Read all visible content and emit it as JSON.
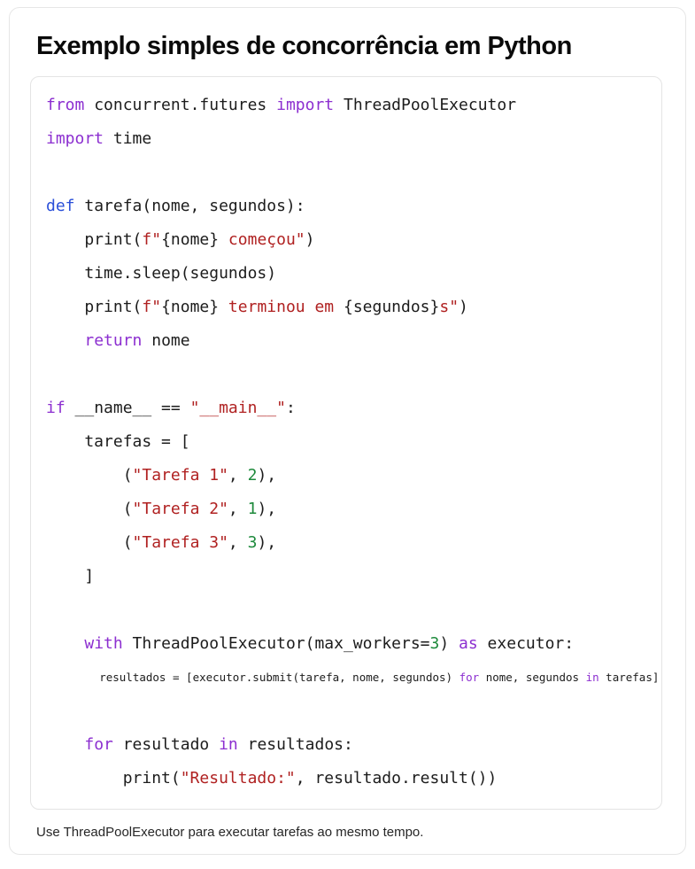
{
  "card": {
    "title": "Exemplo simples de concorrência em Python",
    "caption": "Use ThreadPoolExecutor para executar tarefas ao mesmo tempo."
  },
  "colors": {
    "kw": "#8c2fd0",
    "def": "#2b50d9",
    "str": "#b02121",
    "num": "#1e8a3c",
    "plain": "#1c1c1c",
    "card_border": "#e6e6e6",
    "code_border": "#e4e4e4",
    "background": "#ffffff"
  },
  "code": {
    "language": "python",
    "lines": [
      {
        "small": false,
        "segments": [
          {
            "type": "kw",
            "t": "from"
          },
          {
            "type": "plain",
            "t": " concurrent.futures "
          },
          {
            "type": "kw",
            "t": "import"
          },
          {
            "type": "plain",
            "t": " ThreadPoolExecutor"
          }
        ]
      },
      {
        "small": false,
        "segments": [
          {
            "type": "kw",
            "t": "import"
          },
          {
            "type": "plain",
            "t": " time"
          }
        ]
      },
      {
        "small": false,
        "segments": []
      },
      {
        "small": false,
        "segments": [
          {
            "type": "def",
            "t": "def"
          },
          {
            "type": "plain",
            "t": " tarefa(nome, segundos):"
          }
        ]
      },
      {
        "small": false,
        "segments": [
          {
            "type": "plain",
            "t": "    print("
          },
          {
            "type": "str",
            "t": "f\""
          },
          {
            "type": "plain",
            "t": "{nome}"
          },
          {
            "type": "str",
            "t": " começou\""
          },
          {
            "type": "plain",
            "t": ")"
          }
        ]
      },
      {
        "small": false,
        "segments": [
          {
            "type": "plain",
            "t": "    time.sleep(segundos)"
          }
        ]
      },
      {
        "small": false,
        "segments": [
          {
            "type": "plain",
            "t": "    print("
          },
          {
            "type": "str",
            "t": "f\""
          },
          {
            "type": "plain",
            "t": "{nome}"
          },
          {
            "type": "str",
            "t": " terminou em "
          },
          {
            "type": "plain",
            "t": "{segundos}"
          },
          {
            "type": "str",
            "t": "s\""
          },
          {
            "type": "plain",
            "t": ")"
          }
        ]
      },
      {
        "small": false,
        "segments": [
          {
            "type": "plain",
            "t": "    "
          },
          {
            "type": "kw",
            "t": "return"
          },
          {
            "type": "plain",
            "t": " nome"
          }
        ]
      },
      {
        "small": false,
        "segments": []
      },
      {
        "small": false,
        "segments": [
          {
            "type": "kw",
            "t": "if"
          },
          {
            "type": "plain",
            "t": " __name__ == "
          },
          {
            "type": "str",
            "t": "\"__main__\""
          },
          {
            "type": "plain",
            "t": ":"
          }
        ]
      },
      {
        "small": false,
        "segments": [
          {
            "type": "plain",
            "t": "    tarefas = ["
          }
        ]
      },
      {
        "small": false,
        "segments": [
          {
            "type": "plain",
            "t": "        ("
          },
          {
            "type": "str",
            "t": "\"Tarefa 1\""
          },
          {
            "type": "plain",
            "t": ", "
          },
          {
            "type": "num",
            "t": "2"
          },
          {
            "type": "plain",
            "t": "),"
          }
        ]
      },
      {
        "small": false,
        "segments": [
          {
            "type": "plain",
            "t": "        ("
          },
          {
            "type": "str",
            "t": "\"Tarefa 2\""
          },
          {
            "type": "plain",
            "t": ", "
          },
          {
            "type": "num",
            "t": "1"
          },
          {
            "type": "plain",
            "t": "),"
          }
        ]
      },
      {
        "small": false,
        "segments": [
          {
            "type": "plain",
            "t": "        ("
          },
          {
            "type": "str",
            "t": "\"Tarefa 3\""
          },
          {
            "type": "plain",
            "t": ", "
          },
          {
            "type": "num",
            "t": "3"
          },
          {
            "type": "plain",
            "t": "),"
          }
        ]
      },
      {
        "small": false,
        "segments": [
          {
            "type": "plain",
            "t": "    ]"
          }
        ]
      },
      {
        "small": false,
        "segments": []
      },
      {
        "small": false,
        "segments": [
          {
            "type": "plain",
            "t": "    "
          },
          {
            "type": "kw",
            "t": "with"
          },
          {
            "type": "plain",
            "t": " ThreadPoolExecutor(max_workers="
          },
          {
            "type": "num",
            "t": "3"
          },
          {
            "type": "plain",
            "t": ") "
          },
          {
            "type": "kw",
            "t": "as"
          },
          {
            "type": "plain",
            "t": " executor:"
          }
        ]
      },
      {
        "small": true,
        "segments": [
          {
            "type": "plain",
            "t": "        resultados = [executor.submit(tarefa, nome, segundos) "
          },
          {
            "type": "kw",
            "t": "for"
          },
          {
            "type": "plain",
            "t": " nome, segundos "
          },
          {
            "type": "kw",
            "t": "in"
          },
          {
            "type": "plain",
            "t": " tarefas]"
          }
        ]
      },
      {
        "small": false,
        "segments": []
      },
      {
        "small": false,
        "segments": [
          {
            "type": "plain",
            "t": "    "
          },
          {
            "type": "kw",
            "t": "for"
          },
          {
            "type": "plain",
            "t": " resultado "
          },
          {
            "type": "kw",
            "t": "in"
          },
          {
            "type": "plain",
            "t": " resultados:"
          }
        ]
      },
      {
        "small": false,
        "segments": [
          {
            "type": "plain",
            "t": "        print("
          },
          {
            "type": "str",
            "t": "\"Resultado:\""
          },
          {
            "type": "plain",
            "t": ", resultado.result())"
          }
        ]
      }
    ]
  }
}
